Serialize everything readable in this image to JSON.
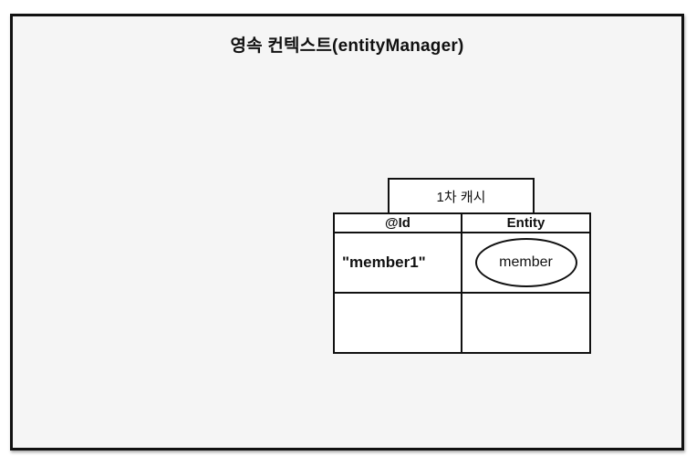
{
  "colors": {
    "page_background": "#ffffff",
    "box_fill": "#f5f5f5",
    "cell_fill": "#ffffff",
    "border": "#111111",
    "text": "#111111"
  },
  "persistence_context": {
    "title": "영속 컨텍스트(entityManager)",
    "first_level_cache": {
      "tab_label": "1차 캐시",
      "table": {
        "columns": [
          "@Id",
          "Entity"
        ],
        "rows": [
          {
            "id": "\"member1\"",
            "entity": "member"
          },
          {
            "id": "",
            "entity": ""
          }
        ]
      }
    }
  }
}
